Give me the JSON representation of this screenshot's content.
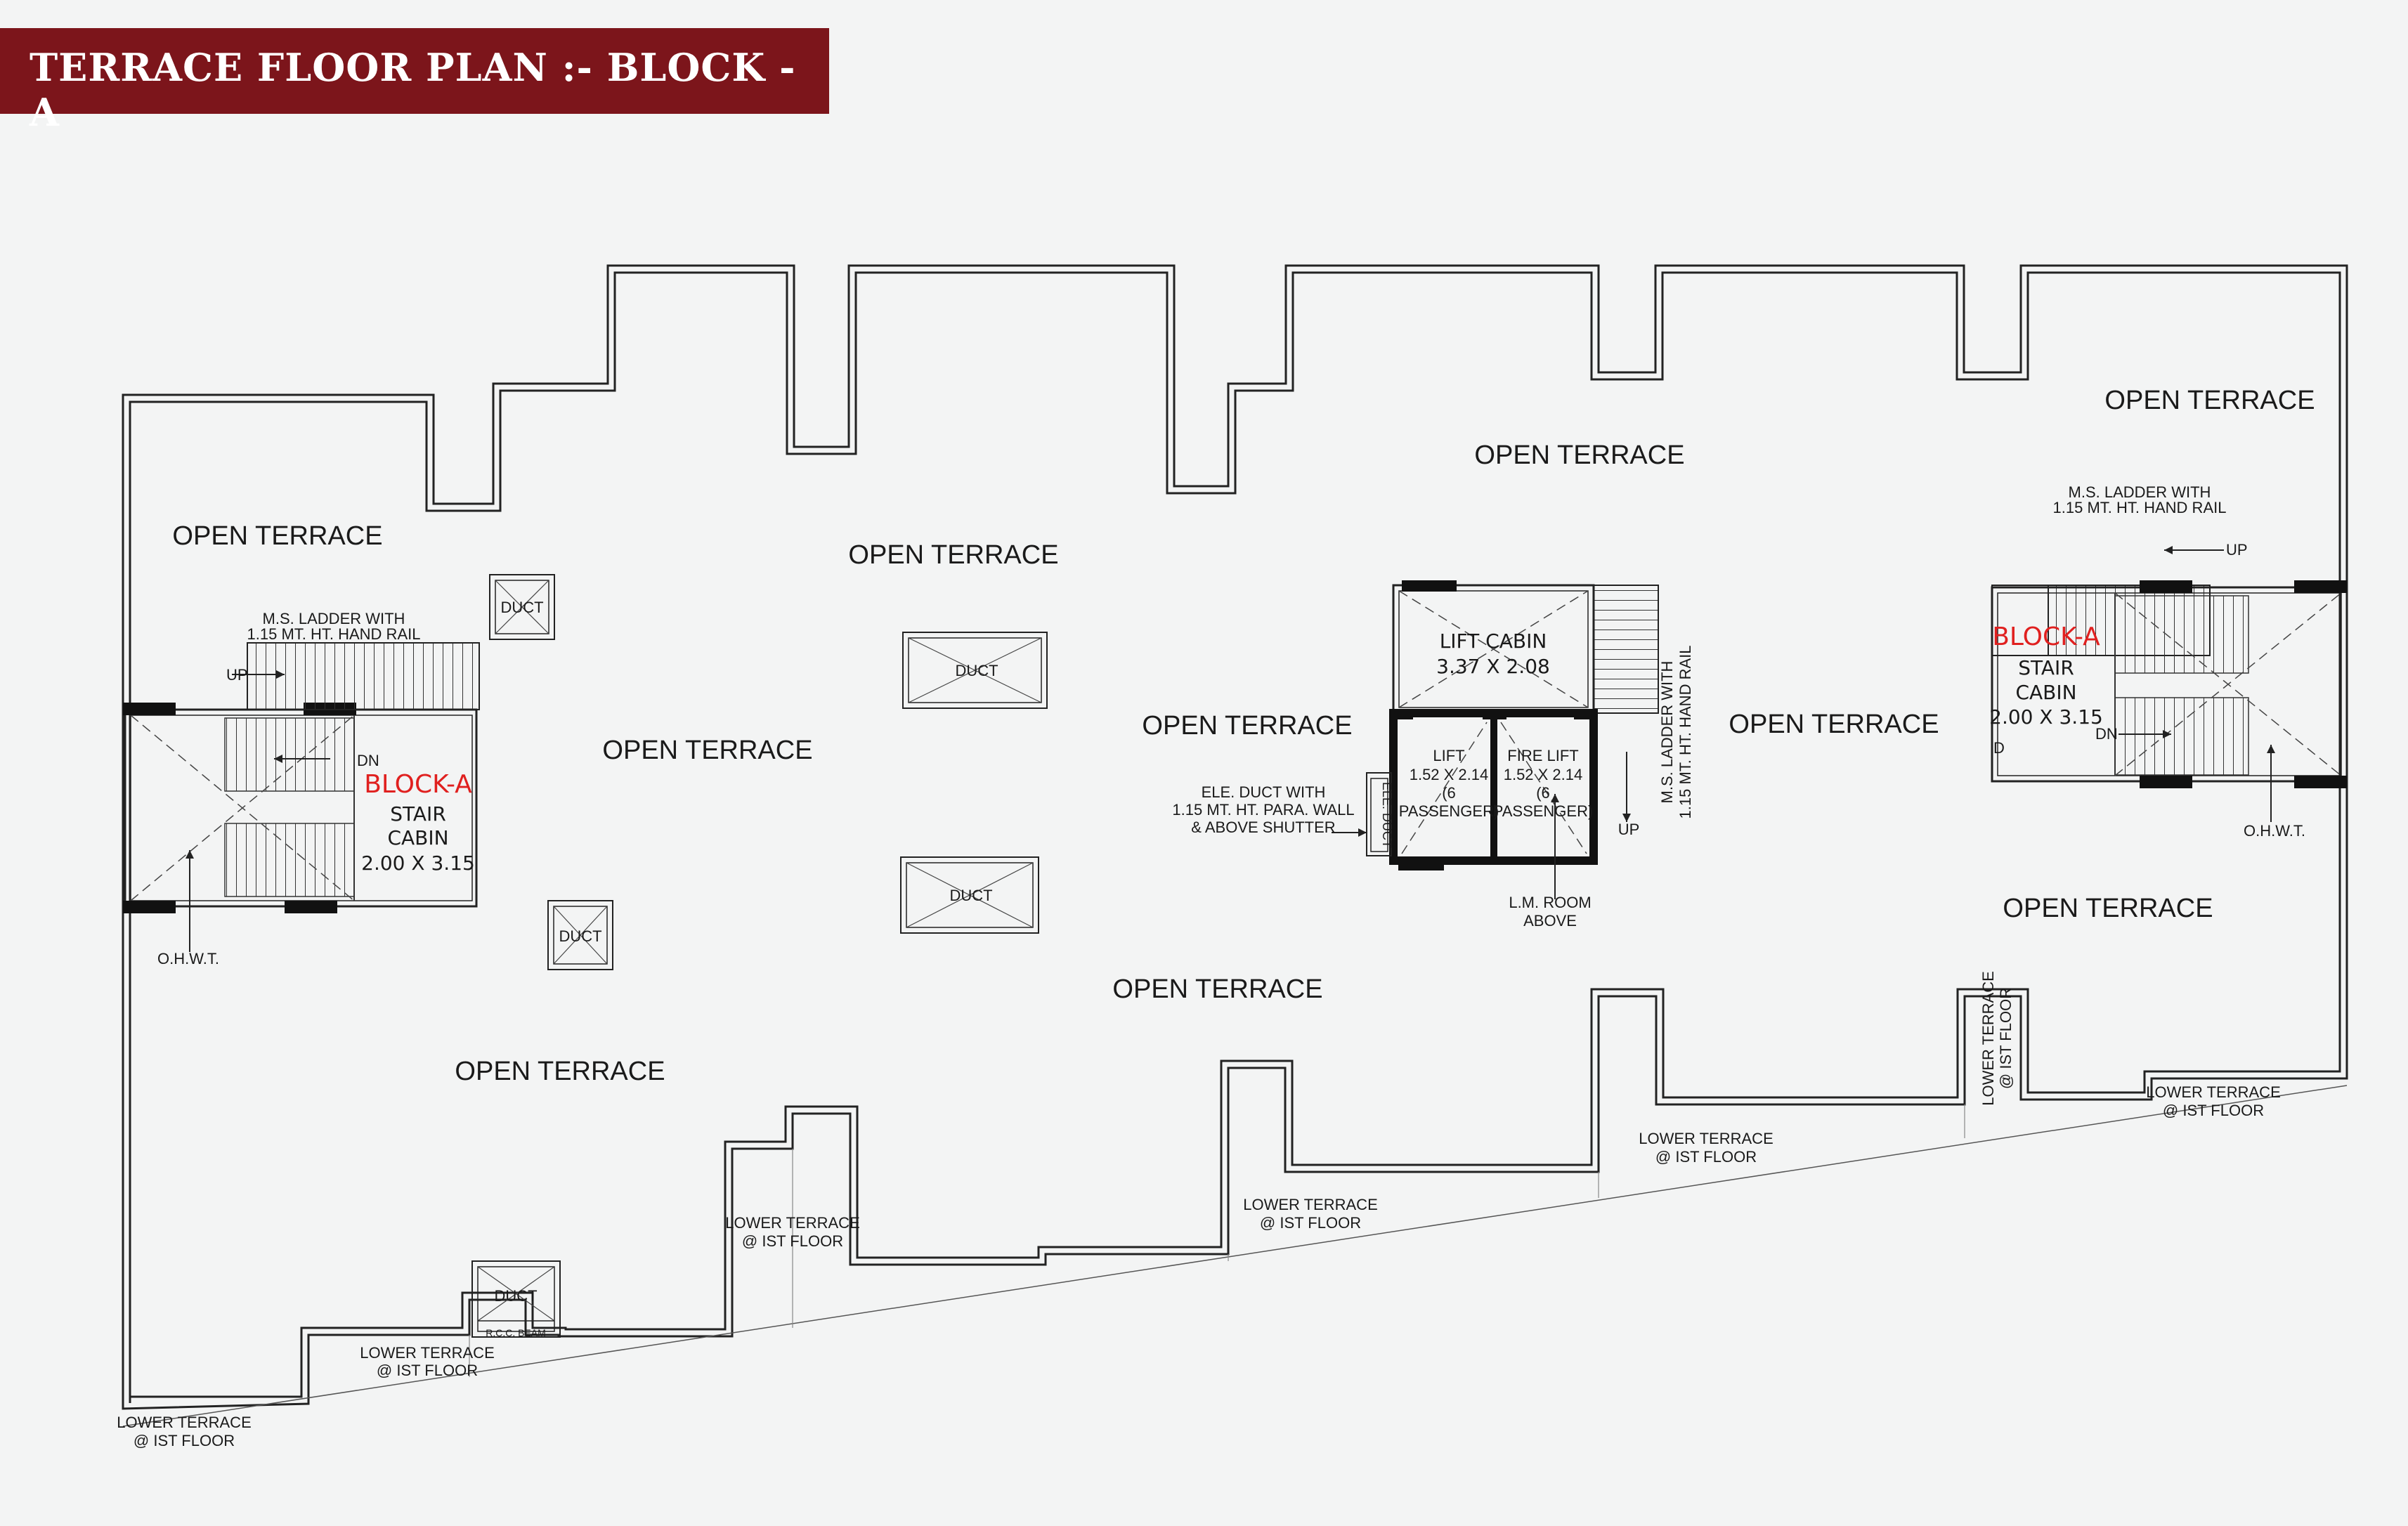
{
  "title": "TERRACE FLOOR PLAN :- BLOCK - A",
  "colors": {
    "banner": "#7c151b",
    "block_label": "#e0201f",
    "lines": "#222222",
    "background": "#f3f4f4"
  },
  "open_terrace": "OPEN TERRACE",
  "duct": "DUCT",
  "ladder": {
    "line1": "M.S. LADDER WITH",
    "line2": "1.15 MT. HT. HAND RAIL"
  },
  "stair": {
    "block": "BLOCK-A",
    "stair": "STAIR",
    "cabin": "CABIN",
    "size": "2.00 X 3.15",
    "up": "UP",
    "dn": "DN",
    "ohwt": "O.H.W.T."
  },
  "lift_cabin": {
    "title": "LIFT CABIN",
    "size": "3.37 X 2.08"
  },
  "lift": {
    "name": "LIFT",
    "size": "1.52 X 2.14",
    "cap1": "(6",
    "cap2": "PASSENGER)"
  },
  "fire_lift": {
    "name": "FIRE LIFT",
    "size": "1.52 X 2.14",
    "cap1": "(6",
    "cap2": "PASSENGER)"
  },
  "ele_duct": {
    "line1": "ELE. DUCT WITH",
    "line2": "1.15 MT. HT. PARA. WALL",
    "line3": "& ABOVE SHUTTER",
    "box": "ELE. DUCT"
  },
  "lm_room": {
    "line1": "L.M. ROOM",
    "line2": "ABOVE"
  },
  "lower_terrace": {
    "line1": "LOWER TERRACE",
    "line2": "@ IST FLOOR"
  },
  "rcc_beam": "R.C.C. BEAM",
  "misc": {
    "d": "D"
  }
}
